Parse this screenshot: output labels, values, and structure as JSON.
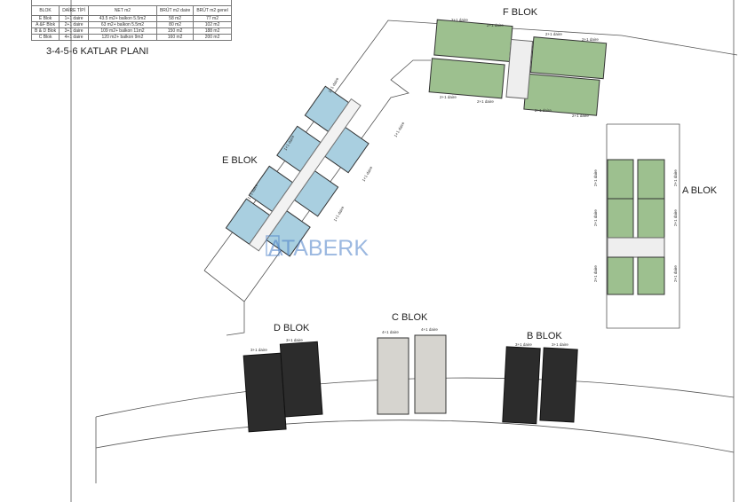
{
  "table": {
    "headers": [
      "BLOK",
      "DAİRE TİPİ",
      "NET m2",
      "BRÜT m2 daire",
      "BRÜT m2 genel"
    ],
    "rows": [
      [
        "E Blok",
        "1+1 daire",
        "43.5 m2+ balkon 5.5m2",
        "58 m2",
        "77 m2"
      ],
      [
        "A &F Blok",
        "2+1 daire",
        "63 m2+ balkon 5.5m2",
        "80 m2",
        "102 m2"
      ],
      [
        "B & D Blok",
        "3+1 daire",
        "109 m2+ balkon 11m2",
        "150 m2",
        "188 m2"
      ],
      [
        "C Blok",
        "4+1 daire",
        "120 m2+ balkon 9m2",
        "160 m2",
        "200 m2"
      ]
    ]
  },
  "title": "3-4-5-6 KATLAR PLANI",
  "blocks": {
    "f": {
      "label": "F BLOK",
      "unit": "2+1 daire",
      "color": "#9dc08f"
    },
    "e": {
      "label": "E BLOK",
      "unit": "1+1 daire",
      "color": "#a9cfe0"
    },
    "a": {
      "label": "A BLOK",
      "unit": "2+1 daire",
      "color": "#9dc08f"
    },
    "d": {
      "label": "D BLOK",
      "unit": "3+1 daire",
      "color": "#2c2c2c"
    },
    "c": {
      "label": "C BLOK",
      "unit": "4+1 daire",
      "color": "#d6d4cf"
    },
    "b": {
      "label": "B BLOK",
      "unit": "3+1 daire",
      "color": "#2c2c2c"
    }
  },
  "watermark": "ATABERK"
}
